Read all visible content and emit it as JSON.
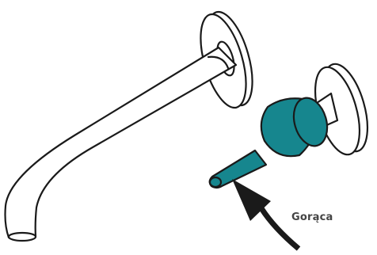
{
  "illustration": {
    "label": "Gorąca",
    "colors": {
      "outline": "#1a1a1a",
      "fill": "#ffffff",
      "accent": "#16868e",
      "label": "#444444"
    },
    "icons": {
      "spout": "wall-mounted-spout",
      "handle": "mixer-lever-handle",
      "arrow": "rotation-arrow"
    }
  }
}
